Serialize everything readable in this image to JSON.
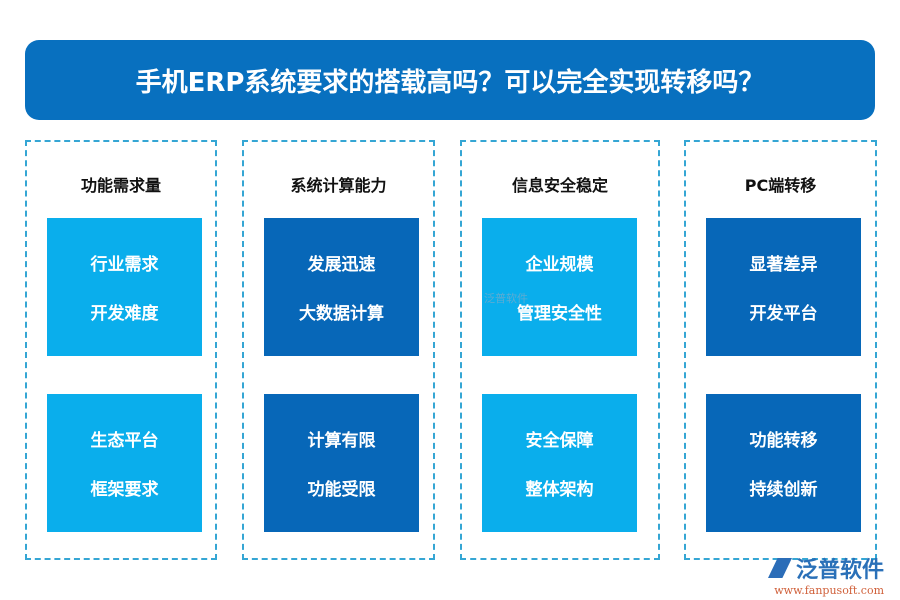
{
  "header": {
    "title": "手机ERP系统要求的搭载高吗？可以完全实现转移吗？"
  },
  "columns": [
    {
      "title": "功能需求量",
      "cards": [
        [
          "行业需求",
          "开发难度"
        ],
        [
          "生态平台",
          "框架要求"
        ]
      ]
    },
    {
      "title": "系统计算能力",
      "cards": [
        [
          "发展迅速",
          "大数据计算"
        ],
        [
          "计算有限",
          "功能受限"
        ]
      ]
    },
    {
      "title": "信息安全稳定",
      "cards": [
        [
          "企业规模",
          "管理安全性"
        ],
        [
          "安全保障",
          "整体架构"
        ]
      ]
    },
    {
      "title": "PC端转移",
      "cards": [
        [
          "显著差异",
          "开发平台"
        ],
        [
          "功能转移",
          "持续创新"
        ]
      ]
    }
  ],
  "watermark": {
    "center": "泛普软件",
    "logo_text": "泛普软件",
    "logo_url": "www.fanpusoft.com"
  },
  "colors": {
    "banner": "#0870bf",
    "light_card": "#0aaeec",
    "dark_card": "#0767b8",
    "dashed_border": "#35a6d4"
  }
}
